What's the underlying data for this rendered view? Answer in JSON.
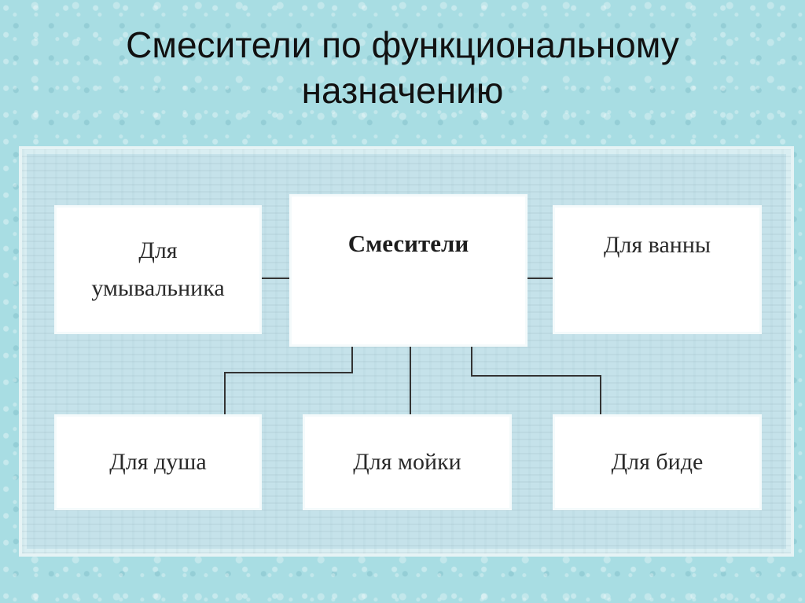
{
  "slide": {
    "title_line1": "Смесители по функциональному",
    "title_line2": "назначению"
  },
  "diagram": {
    "root": "Смесители",
    "top_left_line1": "Для",
    "top_left_line2": "умывальника",
    "top_right": "Для ванны",
    "bottom_left": "Для душа",
    "bottom_center": "Для мойки",
    "bottom_right": "Для биде"
  },
  "colors": {
    "background": "#a8dde3",
    "panel": "#c5e2ea",
    "box": "#ffffff",
    "line": "#333333"
  }
}
